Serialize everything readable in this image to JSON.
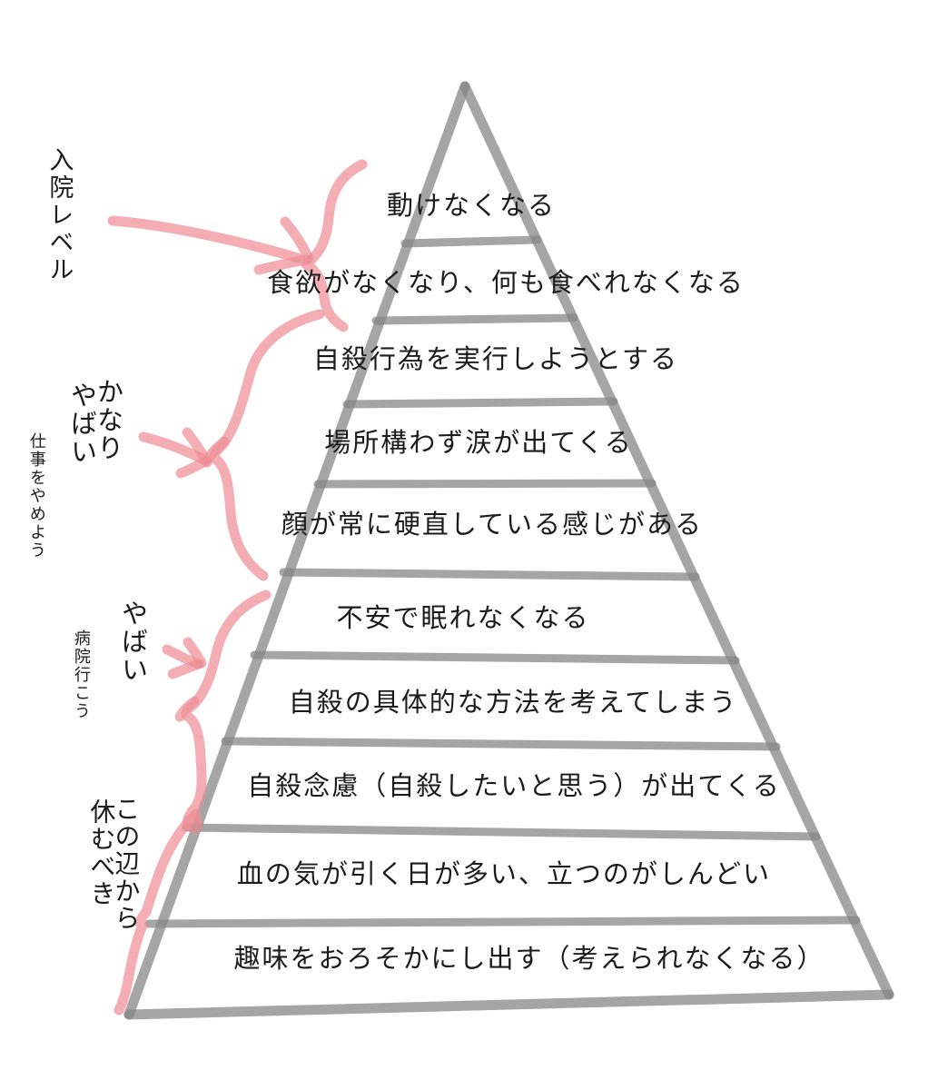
{
  "colors": {
    "background": "#ffffff",
    "pyramid_line": "#878787",
    "annotation_pink": "#ee8e95",
    "text": "#1b1b1b"
  },
  "pyramid": {
    "tiers": [
      {
        "label": "動けなくなる"
      },
      {
        "label": "食欲がなくなり、何も食べれなくなる"
      },
      {
        "label": "自殺行為を実行しようとする"
      },
      {
        "label": "場所構わず涙が出てくる"
      },
      {
        "label": "顔が常に硬直している感じがある"
      },
      {
        "label": "不安で眠れなくなる"
      },
      {
        "label": "自殺の具体的な方法を考えてしまう"
      },
      {
        "label": "自殺念慮（自殺したいと思う）が出てくる"
      },
      {
        "label": "血の気が引く日が多い、立つのがしんどい"
      },
      {
        "label": "趣味をおろそかにし出す（考えられなくなる）"
      }
    ]
  },
  "annotations": [
    {
      "label": "入院レベル"
    },
    {
      "lines": [
        "かなり",
        "やばい"
      ],
      "note": "仕事をやめよう"
    },
    {
      "label": "やばい",
      "note": "病院行こう"
    },
    {
      "lines": [
        "この辺から",
        "休むべき"
      ]
    }
  ]
}
